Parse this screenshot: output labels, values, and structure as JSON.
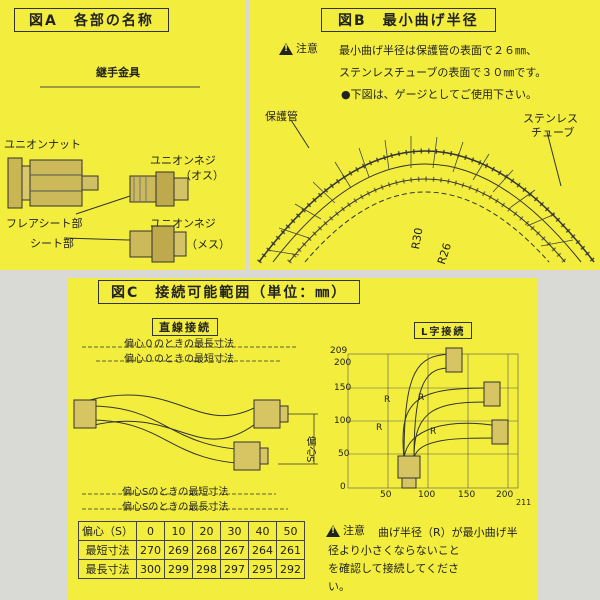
{
  "panel_a": {
    "title": "図A　各部の名称",
    "fitting_label": "継手金具",
    "union_nut": "ユニオンナット",
    "union_screw_male": "ユニオンネジ",
    "male_paren": "（オス）",
    "flare_seat": "フレアシート部",
    "seat": "シート部",
    "union_screw_female": "ユニオンネジ",
    "female_paren": "（メス）"
  },
  "panel_b": {
    "title": "図B　最小曲げ半径",
    "caution": "注意",
    "line1": "最小曲げ半径は保護管の表面で２６㎜、",
    "line2": "ステンレスチューブの表面で３０㎜です。",
    "line3": "●下図は、ゲージとしてご使用下さい。",
    "protect_label": "保護管",
    "stainless_label1": "ステンレス",
    "stainless_label2": "チューブ",
    "r30": "R30",
    "r26": "R26"
  },
  "panel_c": {
    "title": "図C　接続可能範囲（単位：㎜）",
    "straight_title": "直線接続",
    "l_title": "L字接続",
    "max0": "偏心０のときの最長寸法",
    "min0": "偏心０のときの最短寸法",
    "minS": "偏心Sのときの最短寸法",
    "maxS": "偏心Sのときの最長寸法",
    "offset_s": "偏心S",
    "r_label": "R",
    "axis_y": [
      "209",
      "200",
      "150",
      "100",
      "50",
      "0"
    ],
    "axis_x": [
      "50",
      "100",
      "150",
      "200",
      "211"
    ],
    "caution": "注意",
    "note1": "曲げ半径（R）が最小曲げ半",
    "note2": "径より小さくならないこと",
    "note3": "を確認して接続してくださ",
    "note4": "い。",
    "table": {
      "headers": [
        "偏心（S）",
        "0",
        "10",
        "20",
        "30",
        "40",
        "50"
      ],
      "rows": [
        {
          "label": "最短寸法",
          "values": [
            "270",
            "269",
            "268",
            "267",
            "264",
            "261"
          ]
        },
        {
          "label": "最長寸法",
          "values": [
            "300",
            "299",
            "298",
            "297",
            "295",
            "292"
          ]
        }
      ]
    }
  },
  "colors": {
    "panel": "#f3ee3e",
    "ink": "#222222",
    "background": "#d9d9d6"
  }
}
